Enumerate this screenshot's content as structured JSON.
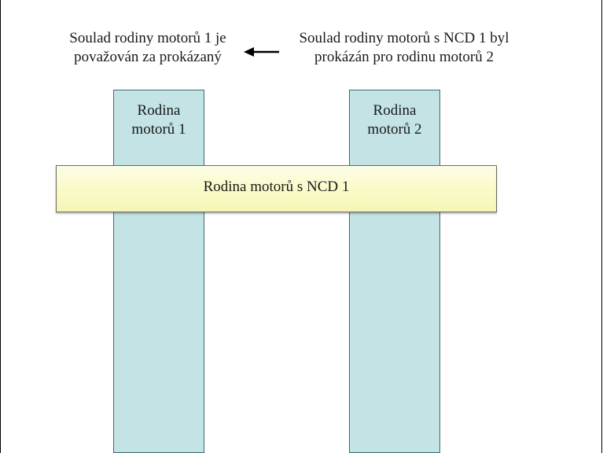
{
  "notes": {
    "left": "Soulad rodiny motorů 1 je\npovažován za prokázaný",
    "right": "Soulad rodiny motorů s NCD 1 byl\nprokázán pro rodinu motorů 2"
  },
  "columns": [
    {
      "label": "Rodina\nmotorů 1"
    },
    {
      "label": "Rodina\nmotorů 2"
    }
  ],
  "bar": {
    "label": "Rodina motorů s NCD 1"
  },
  "colors": {
    "column_fill": "#c3e3e5",
    "bar_fill": "#fafac6",
    "arrow": "#000000"
  },
  "icons": {
    "arrow": "arrow-left-icon"
  }
}
